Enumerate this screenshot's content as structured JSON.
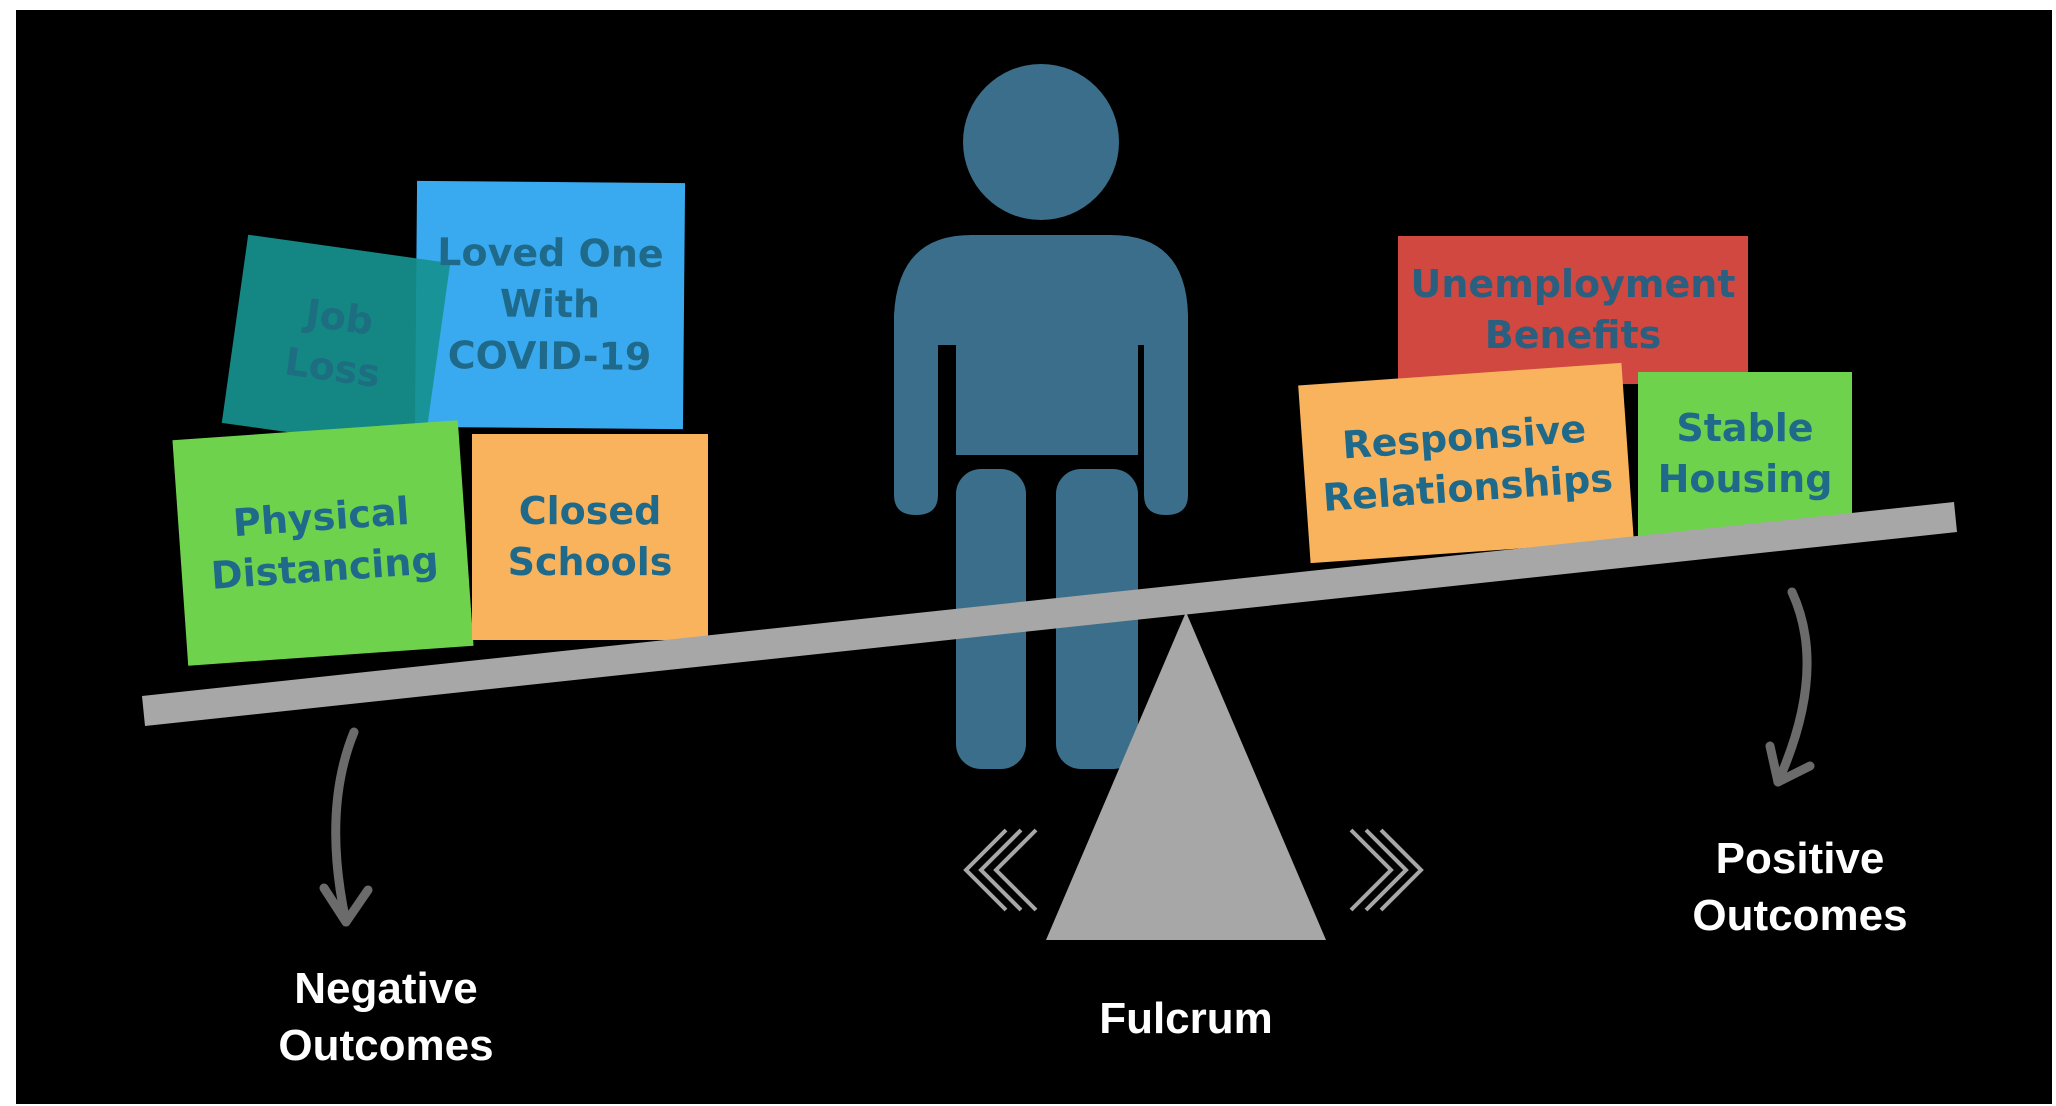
{
  "colors": {
    "background": "#000000",
    "figure": "#3a6e8a",
    "beam": "#a7a7a7",
    "fulcrum": "#a7a7a7",
    "arrow": "#6b6b6b",
    "card_text": "#1f6a8a",
    "card_loved_one": "#3aaaf0",
    "card_job_loss": "#16918f",
    "card_physical_distancing": "#6ed24c",
    "card_closed_schools": "#f9b35c",
    "card_unemployment": "#d04840",
    "card_responsive": "#f9b35c",
    "card_stable_housing": "#6ed24c"
  },
  "left_cards": {
    "loved_one": "Loved One\nWith\nCOVID-19",
    "job_loss": "Job\nLoss",
    "physical_distancing": "Physical\nDistancing",
    "closed_schools": "Closed\nSchools"
  },
  "right_cards": {
    "unemployment_benefits": "Unemployment\nBenefits",
    "responsive_relationships": "Responsive\nRelationships",
    "stable_housing": "Stable\nHousing"
  },
  "labels": {
    "negative": "Negative\nOutcomes",
    "positive": "Positive\nOutcomes",
    "fulcrum": "Fulcrum"
  },
  "icons": {
    "person": "person-icon",
    "chevrons_left": "double-chevron-left-icon",
    "chevrons_right": "double-chevron-right-icon",
    "arrow_left": "curved-arrow-down-icon",
    "arrow_right": "curved-arrow-down-icon"
  }
}
